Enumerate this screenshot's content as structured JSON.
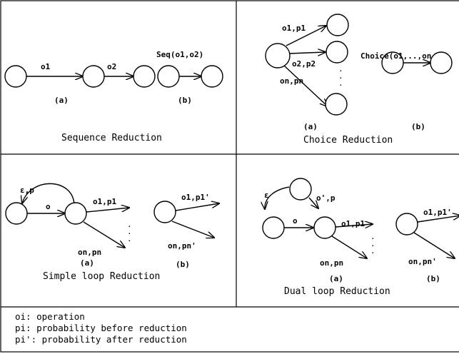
{
  "panels": {
    "sequence": {
      "caption": "Sequence Reduction",
      "sub_a": "(a)",
      "sub_b": "(b)",
      "edge_o1": "o1",
      "edge_o2": "o2",
      "seq_label": "Seq(o1,o2)"
    },
    "choice": {
      "caption": "Choice Reduction",
      "sub_a": "(a)",
      "sub_b": "(b)",
      "edge_o1p1": "o1,p1",
      "edge_o2p2": "o2,p2",
      "edge_onpn": "on,pn",
      "choice_label": "Choice(o1,..,on"
    },
    "simple_loop": {
      "caption": "Simple loop Reduction",
      "sub_a": "(a)",
      "sub_b": "(b)",
      "loop_label": "ε,p",
      "edge_o": "o",
      "edge_o1p1": "o1,p1",
      "edge_onpn": "on,pn",
      "edge_o1p1_prime": "o1,p1'",
      "edge_onpn_prime": "on,pn'"
    },
    "dual_loop": {
      "caption": "Dual loop Reduction",
      "sub_a": "(a)",
      "sub_b": "(b)",
      "eps_label": "ε",
      "loop_label": "o',p",
      "edge_o": "o",
      "edge_o1p1": "o1,p1",
      "edge_onpn": "on,pn",
      "edge_o1p1_prime": "o1,p1'",
      "edge_onpn_prime": "on,pn'"
    }
  },
  "legend": [
    "oi: operation",
    "pi: probability before reduction",
    "pi': probability after reduction"
  ],
  "colors": {
    "ink": "#000000",
    "background": "#ffffff"
  }
}
